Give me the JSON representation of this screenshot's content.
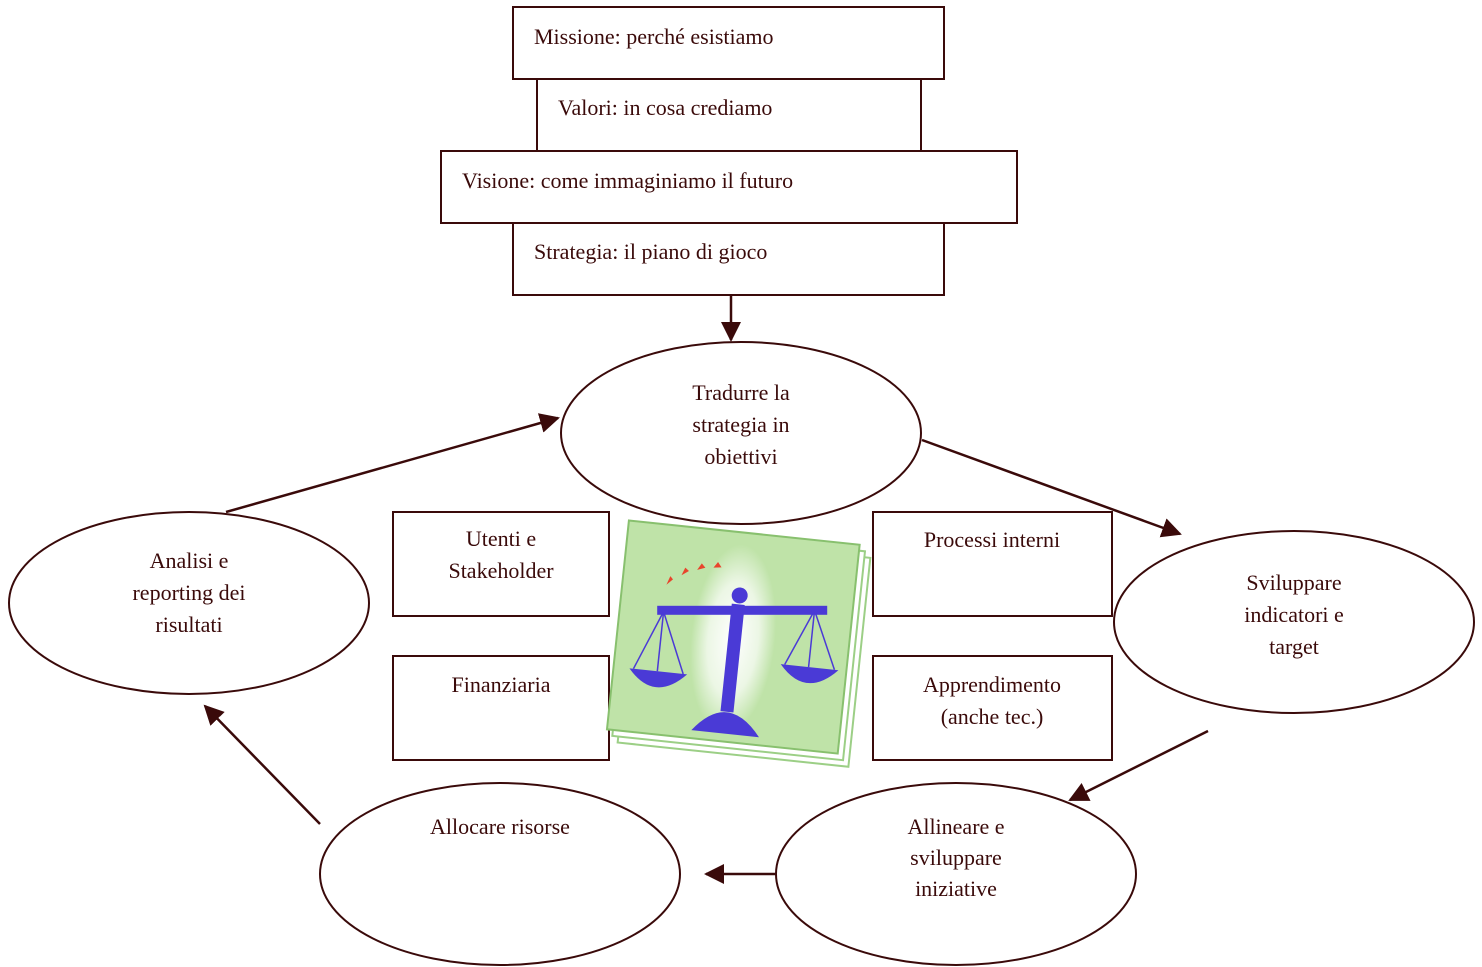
{
  "hierarchy": {
    "mission": "Missione: perché esistiamo",
    "values": "Valori: in cosa crediamo",
    "vision": "Visione: come immaginiamo il futuro",
    "strategy": "Strategia: il piano di gioco"
  },
  "cycle": {
    "translate": [
      "Tradurre la",
      "strategia in",
      "obiettivi"
    ],
    "develop_indicators": [
      "Sviluppare",
      "indicatori e",
      "target"
    ],
    "align_initiatives": [
      "Allineare e",
      "sviluppare",
      "iniziative"
    ],
    "allocate_resources": [
      "Allocare risorse"
    ],
    "analysis": [
      "Analisi e",
      "reporting dei",
      "risultati"
    ]
  },
  "perspectives": {
    "users": [
      "Utenti e",
      "Stakeholder"
    ],
    "internal_processes": [
      "Processi interni"
    ],
    "financial": [
      "Finanziaria"
    ],
    "learning": [
      "Apprendimento",
      "(anche tec.)"
    ]
  },
  "colors": {
    "ink": "#3a0a0a",
    "scale": "#4a3ad6",
    "card": "#bfe3a8",
    "accent": "#e8452c"
  },
  "icons": {
    "center": "balance-scale-icon"
  }
}
